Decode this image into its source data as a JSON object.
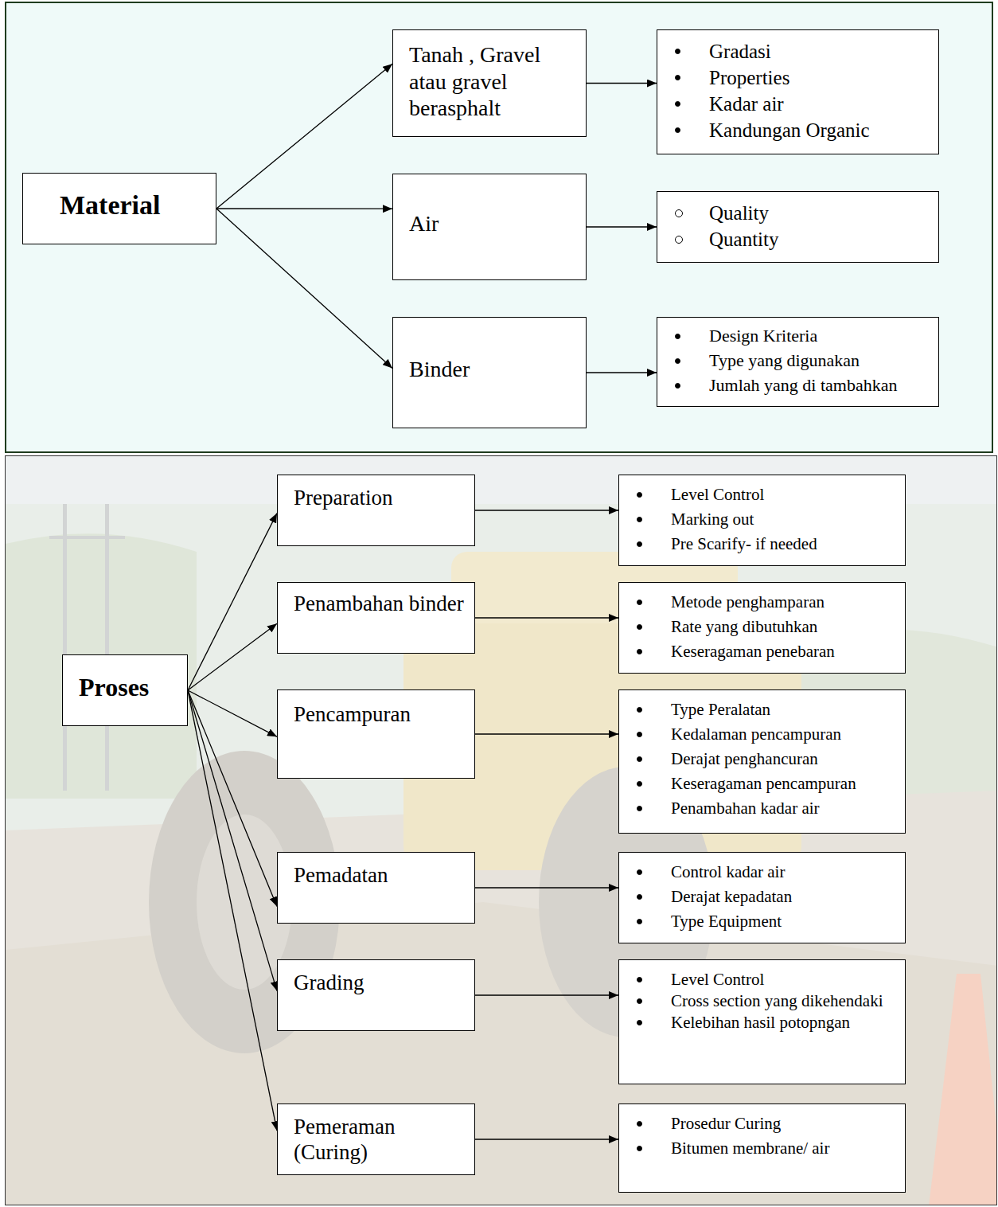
{
  "diagram": {
    "nodes": [
      {
        "text": [
          "Material"
        ]
      },
      {
        "text": [
          "Tanah , Gravel atau gravel berasphalt"
        ]
      },
      {
        "text": [
          "Gradasi",
          "Properties",
          "Kadar air",
          "Kandungan Organic"
        ]
      },
      {
        "text": [
          "Air"
        ]
      },
      {
        "text": [
          "Quality",
          "Quantity"
        ]
      },
      {
        "text": [
          "Binder"
        ]
      },
      {
        "text": [
          "Design Kriteria",
          "Type yang digunakan",
          "Jumlah yang di tambahkan"
        ]
      },
      {
        "text": [
          "Proses"
        ]
      },
      {
        "text": [
          "Preparation"
        ]
      },
      {
        "text": [
          "Level Control",
          "Marking out",
          "Pre Scarify- if needed"
        ]
      },
      {
        "text": [
          "Penambahan binder"
        ]
      },
      {
        "text": [
          "Metode penghamparan",
          "Rate yang dibutuhkan",
          "Keseragaman penebaran"
        ]
      },
      {
        "text": [
          "Pencampuran"
        ]
      },
      {
        "text": [
          "Type Peralatan",
          "Kedalaman pencampuran",
          "Derajat penghancuran",
          "Keseragaman pencampuran",
          "Penambahan kadar air"
        ]
      },
      {
        "text": [
          "Pemadatan"
        ]
      },
      {
        "text": [
          "Control kadar air",
          "Derajat kepadatan",
          "Type Equipment"
        ]
      },
      {
        "text": [
          "Grading"
        ]
      },
      {
        "text": [
          "Level Control",
          "Cross section yang dikehendaki",
          "Kelebihan hasil potopngan"
        ]
      },
      {
        "text": [
          "Pemeraman (Curing)"
        ]
      },
      {
        "text": [
          "Prosedur Curing",
          "Bitumen membrane/ air"
        ]
      }
    ],
    "edges": [
      {
        "from": 0,
        "to": 1,
        "arrow": "to"
      },
      {
        "from": 0,
        "to": 3,
        "arrow": "to"
      },
      {
        "from": 0,
        "to": 5,
        "arrow": "to"
      },
      {
        "from": 1,
        "to": 2,
        "arrow": "to"
      },
      {
        "from": 3,
        "to": 4,
        "arrow": "to"
      },
      {
        "from": 5,
        "to": 6,
        "arrow": "to"
      },
      {
        "from": 7,
        "to": 8,
        "arrow": "to"
      },
      {
        "from": 7,
        "to": 10,
        "arrow": "to"
      },
      {
        "from": 7,
        "to": 12,
        "arrow": "to"
      },
      {
        "from": 7,
        "to": 14,
        "arrow": "to"
      },
      {
        "from": 7,
        "to": 16,
        "arrow": "to"
      },
      {
        "from": 7,
        "to": 18,
        "arrow": "to"
      },
      {
        "from": 8,
        "to": 9,
        "arrow": "to"
      },
      {
        "from": 10,
        "to": 11,
        "arrow": "to"
      },
      {
        "from": 12,
        "to": 13,
        "arrow": "to"
      },
      {
        "from": 14,
        "to": 15,
        "arrow": "to"
      },
      {
        "from": 16,
        "to": 17,
        "arrow": "to"
      },
      {
        "from": 18,
        "to": 19,
        "arrow": "to"
      }
    ]
  }
}
